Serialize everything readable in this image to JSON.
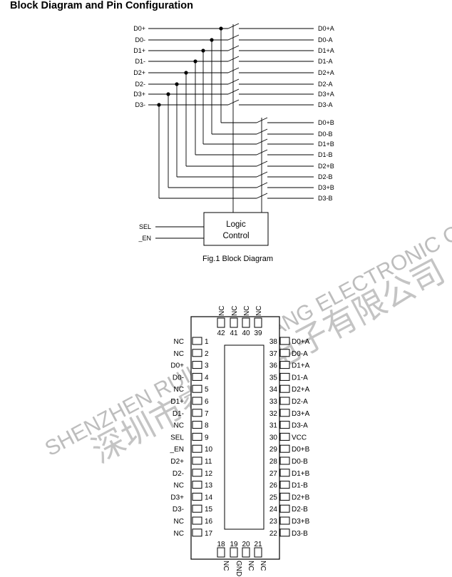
{
  "title": "Block Diagram and Pin Configuration",
  "block_diagram": {
    "inputs": [
      "D0+",
      "D0-",
      "D1+",
      "D1-",
      "D2+",
      "D2-",
      "D3+",
      "D3-"
    ],
    "outputs_a": [
      "D0+A",
      "D0-A",
      "D1+A",
      "D1-A",
      "D2+A",
      "D2-A",
      "D3+A",
      "D3-A"
    ],
    "outputs_b": [
      "D0+B",
      "D0-B",
      "D1+B",
      "D1-B",
      "D2+B",
      "D2-B",
      "D3+B",
      "D3-B"
    ],
    "controls": [
      "SEL",
      "_EN"
    ],
    "logic_line1": "Logic",
    "logic_line2": "Control",
    "caption": "Fig.1 Block Diagram"
  },
  "pin_config": {
    "left_pins": [
      {
        "num": "1",
        "name": "NC"
      },
      {
        "num": "2",
        "name": "NC"
      },
      {
        "num": "3",
        "name": "D0+"
      },
      {
        "num": "4",
        "name": "D0-"
      },
      {
        "num": "5",
        "name": "NC"
      },
      {
        "num": "6",
        "name": "D1+"
      },
      {
        "num": "7",
        "name": "D1-"
      },
      {
        "num": "8",
        "name": "NC"
      },
      {
        "num": "9",
        "name": "SEL"
      },
      {
        "num": "10",
        "name": "_EN"
      },
      {
        "num": "11",
        "name": "D2+"
      },
      {
        "num": "12",
        "name": "D2-"
      },
      {
        "num": "13",
        "name": "NC"
      },
      {
        "num": "14",
        "name": "D3+"
      },
      {
        "num": "15",
        "name": "D3-"
      },
      {
        "num": "16",
        "name": "NC"
      },
      {
        "num": "17",
        "name": "NC"
      }
    ],
    "right_pins": [
      {
        "num": "38",
        "name": "D0+A"
      },
      {
        "num": "37",
        "name": "D0-A"
      },
      {
        "num": "36",
        "name": "D1+A"
      },
      {
        "num": "35",
        "name": "D1-A"
      },
      {
        "num": "34",
        "name": "D2+A"
      },
      {
        "num": "33",
        "name": "D2-A"
      },
      {
        "num": "32",
        "name": "D3+A"
      },
      {
        "num": "31",
        "name": "D3-A"
      },
      {
        "num": "30",
        "name": "VCC"
      },
      {
        "num": "29",
        "name": "D0+B"
      },
      {
        "num": "28",
        "name": "D0-B"
      },
      {
        "num": "27",
        "name": "D1+B"
      },
      {
        "num": "26",
        "name": "D1-B"
      },
      {
        "num": "25",
        "name": "D2+B"
      },
      {
        "num": "24",
        "name": "D2-B"
      },
      {
        "num": "23",
        "name": "D3+B"
      },
      {
        "num": "22",
        "name": "D3-B"
      }
    ],
    "top_pins": [
      {
        "num": "42",
        "name": "NC"
      },
      {
        "num": "41",
        "name": "NC"
      },
      {
        "num": "40",
        "name": "NC"
      },
      {
        "num": "39",
        "name": "NC"
      }
    ],
    "bottom_pins": [
      {
        "num": "18",
        "name": "NC"
      },
      {
        "num": "19",
        "name": "GND"
      },
      {
        "num": "20",
        "name": "NC"
      },
      {
        "num": "21",
        "name": "NC"
      }
    ]
  },
  "watermark": {
    "company_en": "SHENZHEN RUILIANCHUANG ELECTRONIC CO.,LTD",
    "company_cn": "深圳市睿联创电子有限公司"
  }
}
